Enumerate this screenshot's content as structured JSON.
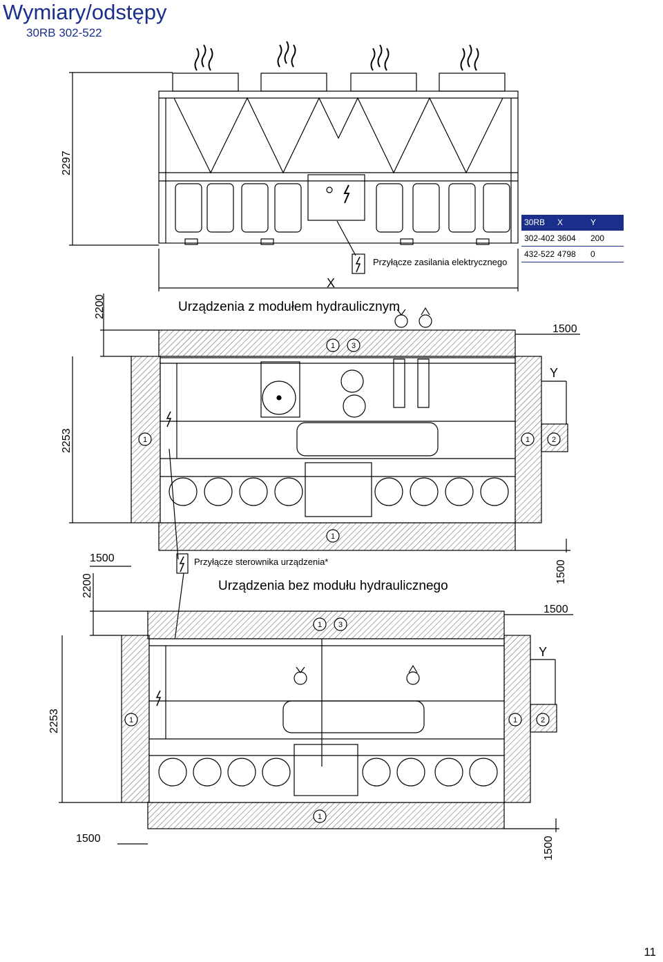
{
  "header": {
    "title": "Wymiary/odstępy",
    "subtitle": "30RB 302-522"
  },
  "page_number": "11",
  "top_view": {
    "height_dim": "2297",
    "width_dim": "X",
    "power_label": "Przyłącze zasilania elektrycznego"
  },
  "table": {
    "headers": [
      "30RB",
      "X",
      "Y"
    ],
    "rows": [
      [
        "302-402",
        "3604",
        "200"
      ],
      [
        "432-522",
        "4798",
        "0"
      ]
    ]
  },
  "with_module": {
    "heading": "Urządzenia z modułem hydraulicznym",
    "dim_top_clear": "2200",
    "dim_depth": "2253",
    "dim_right_top": "1500",
    "dim_y": "Y",
    "dim_left_bottom": "1500",
    "dim_right_bottom": "1500",
    "controller_label": "Przyłącze sterownika urządzenia*"
  },
  "without_module": {
    "heading": "Urządzenia bez modułu hydraulicznego",
    "dim_top_clear": "2200",
    "dim_depth": "2253",
    "dim_right_top": "1500",
    "dim_y": "Y",
    "dim_left_bottom": "1500",
    "dim_right_bottom": "1500"
  },
  "markers": {
    "one": "1",
    "two": "2",
    "three": "3"
  },
  "icons": [
    "hot-air-icon",
    "electric-bolt-icon",
    "water-inlet-icon",
    "water-outlet-icon",
    "fan-icon",
    "compressor-icon",
    "pump-icon"
  ]
}
